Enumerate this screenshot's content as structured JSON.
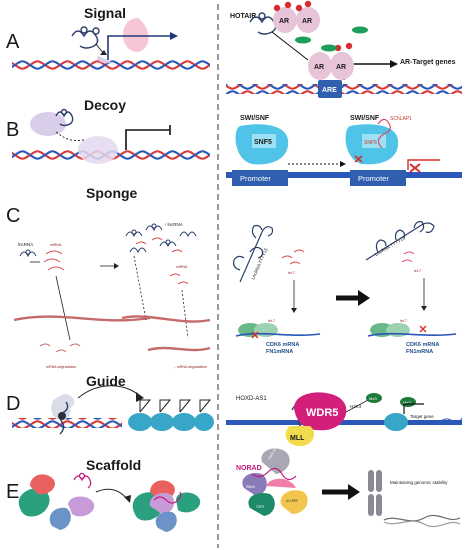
{
  "panels": [
    {
      "letter": "A",
      "title": "Signal"
    },
    {
      "letter": "B",
      "title": "Decoy"
    },
    {
      "letter": "C",
      "title": "Sponge"
    },
    {
      "letter": "D",
      "title": "Guide"
    },
    {
      "letter": "E",
      "title": "Scaffold"
    }
  ],
  "signal": {
    "lncrna": "HOTAIR",
    "protein1": "AR",
    "protein2": "AR",
    "protein3": "AR",
    "protein4": "AR",
    "element": "ARE",
    "target": "AR-Target genes"
  },
  "decoy": {
    "complex": "SWI/SNF",
    "complex2": "SWI/SNF",
    "subunit": "SNF5",
    "subunit2": "SNF5",
    "lncrna": "SChLAP1",
    "promoter": "Promoter",
    "promoter2": "Promoter"
  },
  "sponge": {
    "lncrna_left": "lncRNA",
    "lncrna_up": "↑ lncRNA",
    "mirna_left": "miRNA",
    "mirna_right": "miRNA",
    "deg_left": "mRNA degradation",
    "deg_right": "↓ mRNA degradation",
    "lnc_right1": "LncRNA TTTY15",
    "lnc_right2": "LncRNA TTTY15",
    "let7_a": "let-7",
    "let7_b": "let-7",
    "let7_c": "let-7",
    "let7_d": "let-7",
    "targets1": "CDK6 mRNA",
    "targets2": "FN1mRNA",
    "targets3": "CDK6 mRNA",
    "targets4": "FN1mRNA"
  },
  "guide": {
    "lncrna": "HOXD-AS1",
    "protein1": "WDR5",
    "protein2": "MLL",
    "mark": "H3K4",
    "me1": "Me3",
    "me2": "Me3",
    "target": "Target gene"
  },
  "scaffold": {
    "lncrna": "NORAD",
    "p1": "PRPF19-CDC5L Complex",
    "p2": "RBMX",
    "p3": "TOP1",
    "p4": "ALYREF",
    "outcome": "Maintaining genomic stability"
  }
}
